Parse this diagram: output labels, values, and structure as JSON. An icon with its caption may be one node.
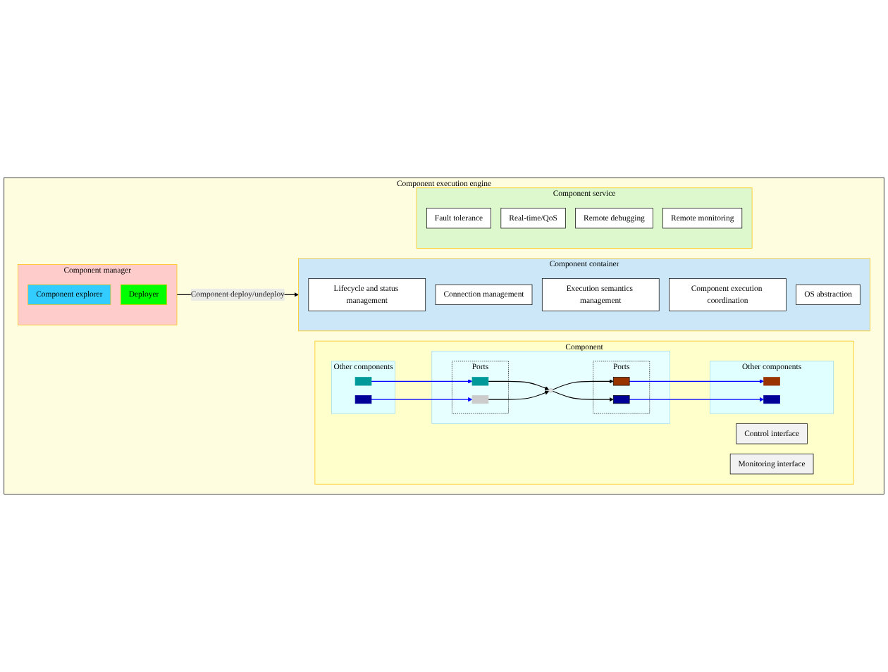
{
  "diagram": {
    "nodes": [
      {
        "text": [
          "Component execution engine"
        ]
      },
      {
        "text": [
          "Component manager"
        ],
        "in": 0
      },
      {
        "text": [
          "Component explorer"
        ],
        "in": 1
      },
      {
        "text": [
          "Deployer"
        ],
        "in": 1
      },
      {
        "text": [
          "Component"
        ],
        "in": 0
      },
      {
        "text": [
          "Other components"
        ],
        "in": 4
      },
      {
        "text": [],
        "shape": "box",
        "in": 5
      },
      {
        "text": [],
        "shape": "box",
        "in": 5
      },
      {
        "text": [
          "Control interface"
        ],
        "in": 4
      },
      {
        "text": [],
        "shape": "box",
        "in": 4
      },
      {
        "text": [
          "Ports"
        ],
        "in": 9
      },
      {
        "text": [],
        "shape": "box",
        "in": 10
      },
      {
        "text": [],
        "shape": "box",
        "in": 10
      },
      {
        "text": [],
        "shape": "circle",
        "in": 9
      },
      {
        "text": [
          "Ports"
        ],
        "in": 9
      },
      {
        "text": [],
        "shape": "box",
        "in": 14
      },
      {
        "text": [],
        "shape": "box",
        "in": 14
      },
      {
        "text": [
          "Monitoring interface"
        ],
        "in": 4
      },
      {
        "text": [
          "Other components"
        ],
        "in": 4
      },
      {
        "text": [],
        "shape": "box",
        "in": 18
      },
      {
        "text": [],
        "shape": "box",
        "in": 18
      },
      {
        "text": [
          "Component container"
        ],
        "in": 0
      },
      {
        "text": [
          "Lifecycle and status management"
        ],
        "in": 21
      },
      {
        "text": [
          "Connection management"
        ],
        "in": 21
      },
      {
        "text": [
          "Execution semantics management"
        ],
        "in": 21
      },
      {
        "text": [
          "Component execution coordination"
        ],
        "in": 21
      },
      {
        "text": [
          "OS abstraction"
        ],
        "in": 21
      },
      {
        "text": [
          "Component service"
        ],
        "in": 0
      },
      {
        "text": [
          "Fault tolerance"
        ],
        "in": 27
      },
      {
        "text": [
          "Real-time/QoS"
        ],
        "in": 27
      },
      {
        "text": [
          "Remote debugging"
        ],
        "in": 27
      },
      {
        "text": [
          "Remote monitoring"
        ],
        "in": 27
      }
    ],
    "edges": [
      {
        "from": 6,
        "to": 11,
        "arrow": "to",
        "color": "#0000ff"
      },
      {
        "from": 7,
        "to": 12,
        "arrow": "to",
        "color": "#0000ff"
      },
      {
        "from": 11,
        "to": 13,
        "arrow": "to"
      },
      {
        "from": 12,
        "to": 13,
        "arrow": "to"
      },
      {
        "from": 13,
        "to": 15,
        "arrow": "to"
      },
      {
        "from": 13,
        "to": 16,
        "arrow": "to"
      },
      {
        "from": 15,
        "to": 19,
        "arrow": "to",
        "color": "#0000ff"
      },
      {
        "from": 16,
        "to": 20,
        "arrow": "to",
        "color": "#0000ff"
      },
      {
        "from": 1,
        "to": 21,
        "arrow": "to",
        "label": "Component deploy/undeploy"
      }
    ]
  }
}
